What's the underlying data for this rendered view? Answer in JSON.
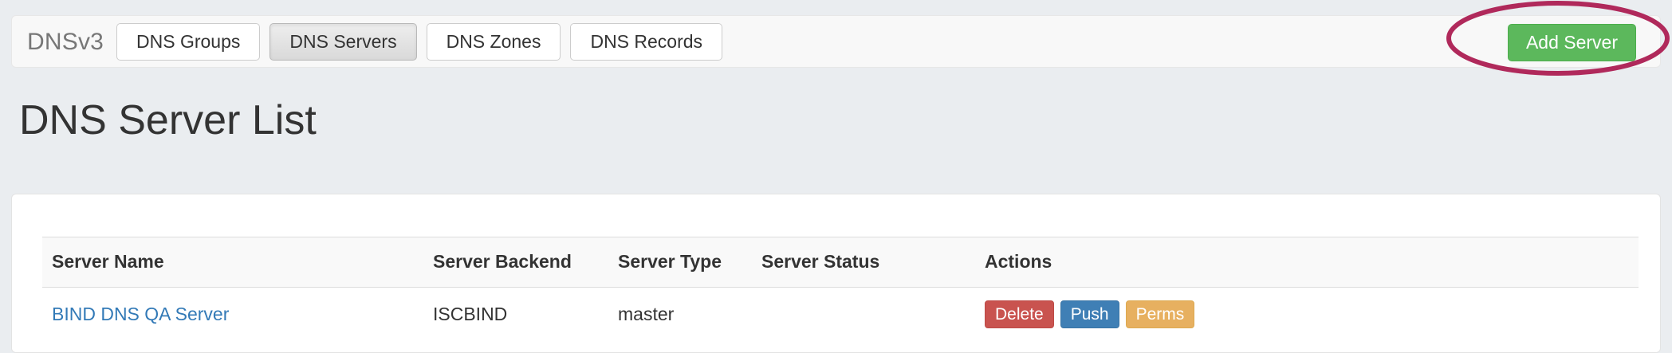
{
  "navbar": {
    "brand": "DNSv3",
    "tabs": [
      {
        "label": "DNS Groups",
        "active": false
      },
      {
        "label": "DNS Servers",
        "active": true
      },
      {
        "label": "DNS Zones",
        "active": false
      },
      {
        "label": "DNS Records",
        "active": false
      }
    ],
    "add_button_label": "Add Server"
  },
  "annotation": {
    "shape": "ellipse",
    "target": "add-server-button",
    "color": "#b0295b"
  },
  "page": {
    "title": "DNS Server List"
  },
  "table": {
    "columns": [
      "Server Name",
      "Server Backend",
      "Server Type",
      "Server Status",
      "Actions"
    ],
    "rows": [
      {
        "server_name": "BIND DNS QA Server",
        "server_backend": "ISCBIND",
        "server_type": "master",
        "server_status": "",
        "actions": [
          {
            "label": "Delete",
            "color": "#c9534f"
          },
          {
            "label": "Push",
            "color": "#3f7fb5"
          },
          {
            "label": "Perms",
            "color": "#e7b060"
          }
        ]
      }
    ]
  },
  "colors": {
    "page_background": "#eaedf0",
    "navbar_background": "#f8f8f8",
    "card_background": "#ffffff",
    "primary_link": "#337ab7",
    "success_button": "#5cb85c",
    "annotation": "#b0295b"
  }
}
